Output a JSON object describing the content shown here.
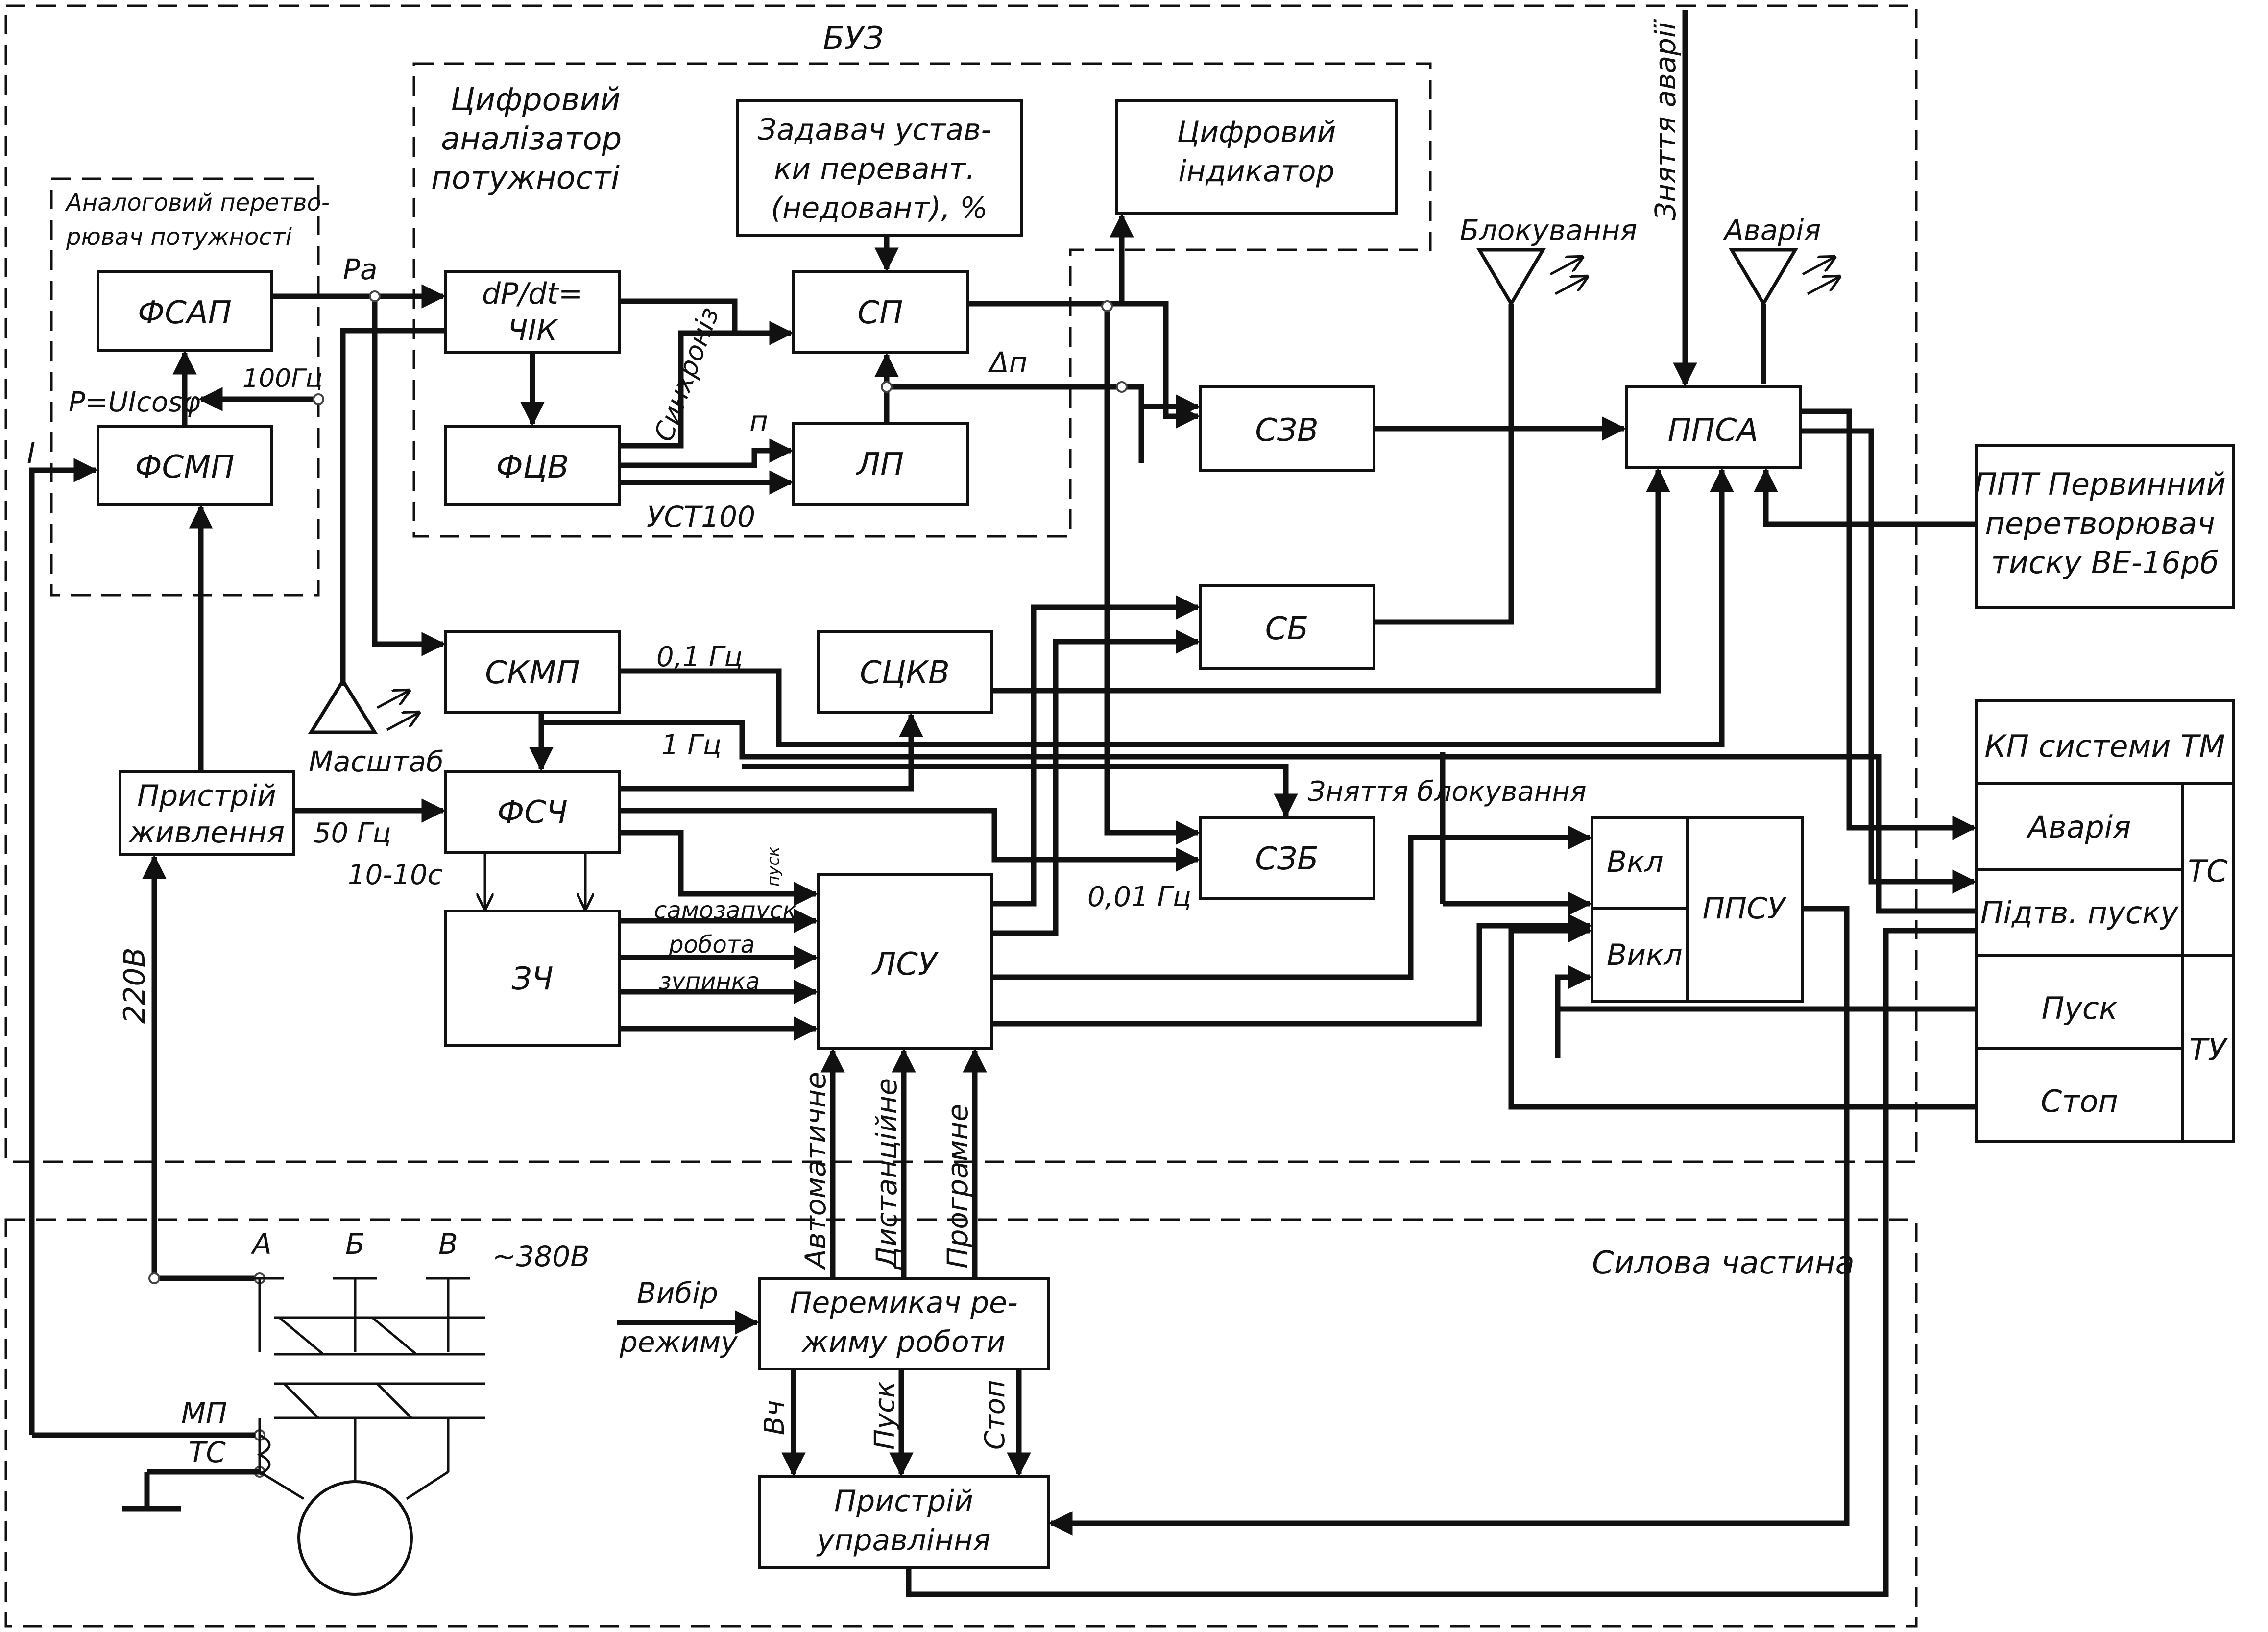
{
  "frames": {
    "buz": "БУЗ",
    "digital_analyzer": "Цифровий аналізатор потужності",
    "analog_converter": "Аналоговий перетво-рювач потужності",
    "power_part": "Силова частина"
  },
  "blocks": {
    "fsap": "ФСАП",
    "fsmp": "ФСМП",
    "dpdt": "dP/dt= ЧІК",
    "fcv": "ФЦВ",
    "setpoint": "Задавач устав- ки перевант. (недовант), %",
    "sp": "СП",
    "lp": "ЛП",
    "indicator": "Цифровий індикатор",
    "szv": "СЗВ",
    "ppsa": "ППСА",
    "ppt": "ППТ Первинний перетворювач тиску ВЕ-16рб",
    "sb": "СБ",
    "skmp": "СКМП",
    "scv": "СЦКВ",
    "power_supply": "Пристрій живлення",
    "fsch": "ФСЧ",
    "zch": "ЗЧ",
    "lsu": "ЛСУ",
    "szb": "СЗБ",
    "ppsu": "ППСУ",
    "ppsu_on": "Вкл",
    "ppsu_off": "Викл",
    "mode_switch": "Перемикач ре- жиму роботи",
    "control_device": "Пристрій управління",
    "kp_title": "КП системи ТМ",
    "kp_alarm": "Аварія",
    "kp_confirm": "Підтв. пуску",
    "kp_start": "Пуск",
    "kp_stop": "Стоп",
    "kp_ts": "ТС",
    "kp_tu": "ТУ"
  },
  "labels": {
    "pa": "Pa",
    "hz100": "100Гц",
    "p_formula": "P=UIcosφ",
    "i": "I",
    "synchron": "Синхроніз",
    "n": "п",
    "ust100": "УСТ100",
    "delta_n": "Δп",
    "blocking": "Блокування",
    "alarm_release": "Зняття аварії",
    "alarm": "Аварія",
    "hz01": "0,1 Гц",
    "hz1": "1 Гц",
    "block_release": "Зняття блокування",
    "scale": "Масштаб",
    "hz50": "50 Гц",
    "sec10": "10-10с",
    "hz001": "0,01 Гц",
    "pusk_small": "пуск",
    "self_start": "самозапуск",
    "work": "робота",
    "stop_small": "зупинка",
    "v220": "220В",
    "mode_auto": "Автоматичне",
    "mode_remote": "Дистанційне",
    "mode_program": "Програмне",
    "mode_select": "Вибір режиму",
    "phase_a": "А",
    "phase_b": "Б",
    "phase_v": "В",
    "v380": "~380В",
    "mp": "МП",
    "ts": "ТС",
    "out_vch": "Вч",
    "out_start": "Пуск",
    "out_stop": "Стоп"
  }
}
